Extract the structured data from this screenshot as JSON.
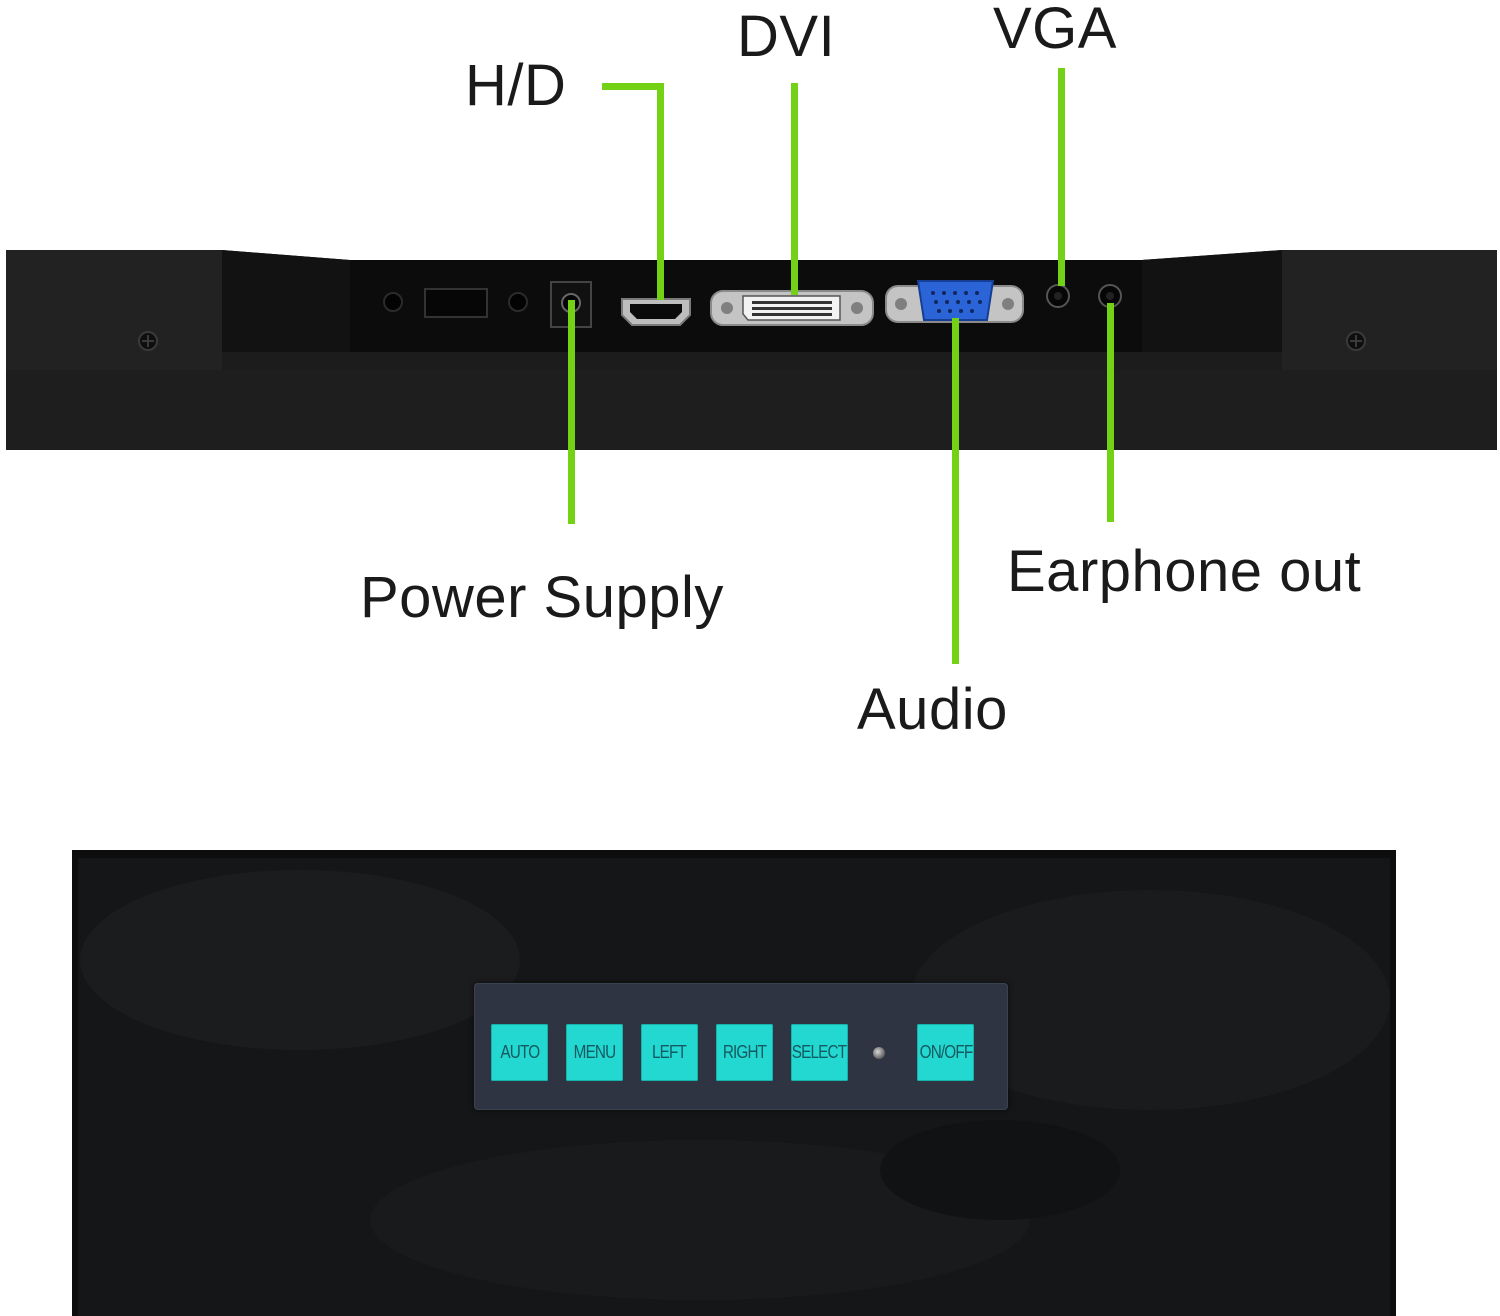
{
  "callouts": {
    "hd": "H/D",
    "dvi": "DVI",
    "vga": "VGA",
    "power_supply": "Power Supply",
    "earphone_out": "Earphone out",
    "audio": "Audio"
  },
  "control_buttons": [
    {
      "label": "AUTO"
    },
    {
      "label": "MENU"
    },
    {
      "label": "LEFT"
    },
    {
      "label": "RIGHT"
    },
    {
      "label": "SELECT"
    },
    {
      "label": "ON/OFF"
    }
  ],
  "colors": {
    "leader_line": "#73d216",
    "button_face": "#22d8d0",
    "chassis": "#161616",
    "vga_port": "#2a64d6"
  }
}
